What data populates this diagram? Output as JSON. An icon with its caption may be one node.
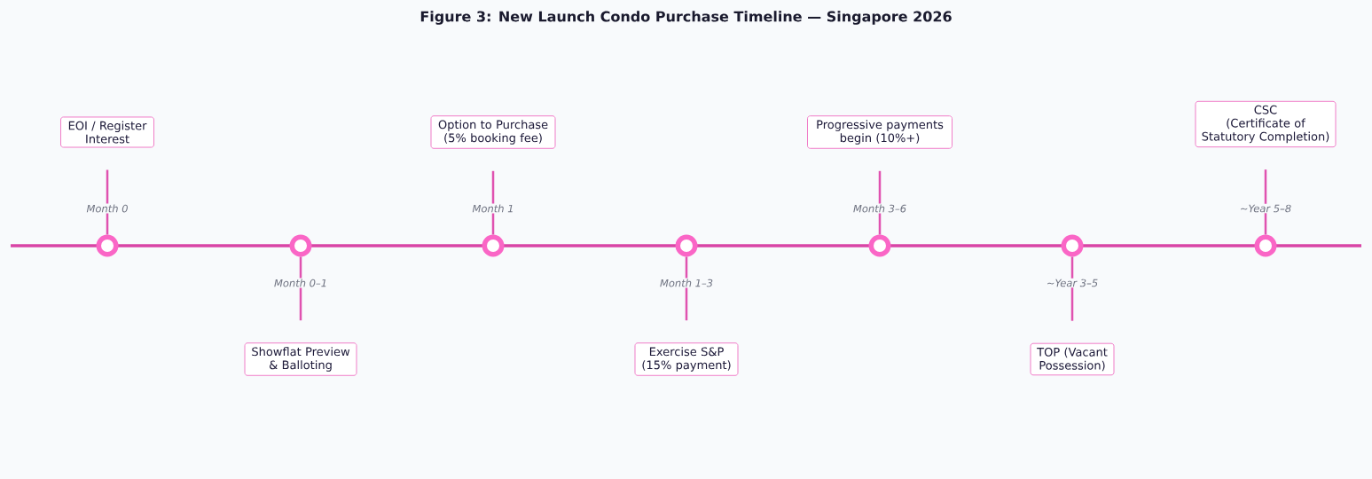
{
  "diagram": {
    "title": "Figure 3: New Launch Condo Purchase Timeline — Singapore 2026",
    "nodes": [
      {
        "text": [
          "EOI / Register Interest"
        ]
      },
      {
        "text": [
          "Showflat Preview & Balloting"
        ]
      },
      {
        "text": [
          "Option to Purchase (5% booking fee)"
        ]
      },
      {
        "text": [
          "Exercise S&P (15% payment)"
        ]
      },
      {
        "text": [
          "Progressive payments begin (10%+)"
        ]
      },
      {
        "text": [
          "TOP (Vacant Possession)"
        ]
      },
      {
        "text": [
          "CSC",
          "(Certificate of Statutory Completion)"
        ]
      },
      {
        "text": [],
        "shape": "circle"
      },
      {
        "text": [],
        "shape": "circle"
      },
      {
        "text": [],
        "shape": "circle"
      },
      {
        "text": [],
        "shape": "circle"
      },
      {
        "text": [],
        "shape": "circle"
      },
      {
        "text": [],
        "shape": "circle"
      },
      {
        "text": [],
        "shape": "circle"
      }
    ],
    "edges": [
      {
        "from": 7,
        "to": 0,
        "arrow": "none",
        "label": "Month 0"
      },
      {
        "from": 8,
        "to": 1,
        "arrow": "none",
        "label": "Month 0–1"
      },
      {
        "from": 9,
        "to": 2,
        "arrow": "none",
        "label": "Month 1"
      },
      {
        "from": 10,
        "to": 3,
        "arrow": "none",
        "label": "Month 1–3"
      },
      {
        "from": 11,
        "to": 4,
        "arrow": "none",
        "label": "Month 3–6"
      },
      {
        "from": 12,
        "to": 5,
        "arrow": "none",
        "label": "~Year 3–5"
      },
      {
        "from": 13,
        "to": 6,
        "arrow": "none",
        "label": "~Year 5–8"
      }
    ]
  }
}
